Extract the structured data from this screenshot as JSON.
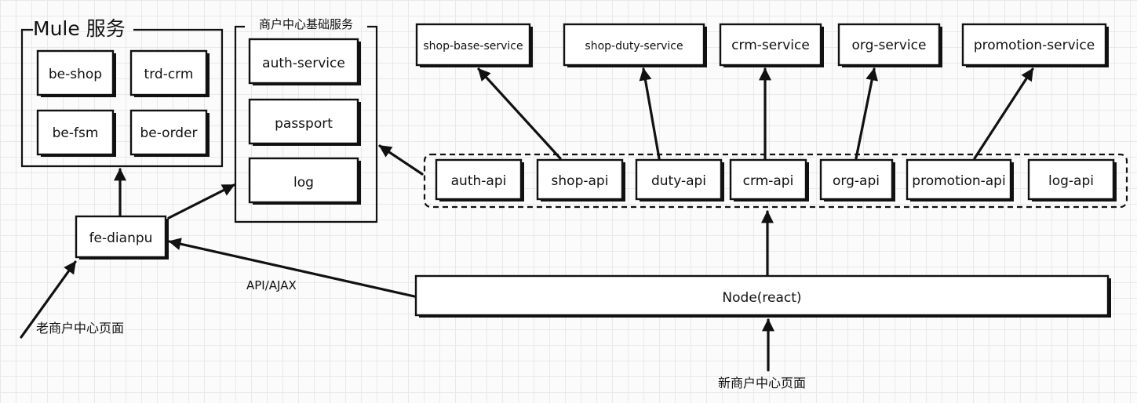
{
  "groups": {
    "mule_title": "Mule 服务",
    "merchant_center_title": "商户中心基础服务"
  },
  "mule_services": [
    "be-shop",
    "trd-crm",
    "be-fsm",
    "be-order"
  ],
  "merchant_services": [
    "auth-service",
    "passport",
    "log"
  ],
  "backend_services": [
    "shop-base-service",
    "shop-duty-service",
    "crm-service",
    "org-service",
    "promotion-service"
  ],
  "api_layer": [
    "auth-api",
    "shop-api",
    "duty-api",
    "crm-api",
    "org-api",
    "promotion-api",
    "log-api"
  ],
  "nodes": {
    "fe_dianpu": "fe-dianpu",
    "node_react": "Node(react)"
  },
  "labels": {
    "api_ajax": "API/AJAX",
    "old_merchant_page": "老商户中心页面",
    "new_merchant_page": "新商户中心页面"
  },
  "colors": {
    "stroke": "#111111",
    "box_fill": "#ffffff",
    "background": "#fbfbfb",
    "grid": "#e9e9e9"
  }
}
